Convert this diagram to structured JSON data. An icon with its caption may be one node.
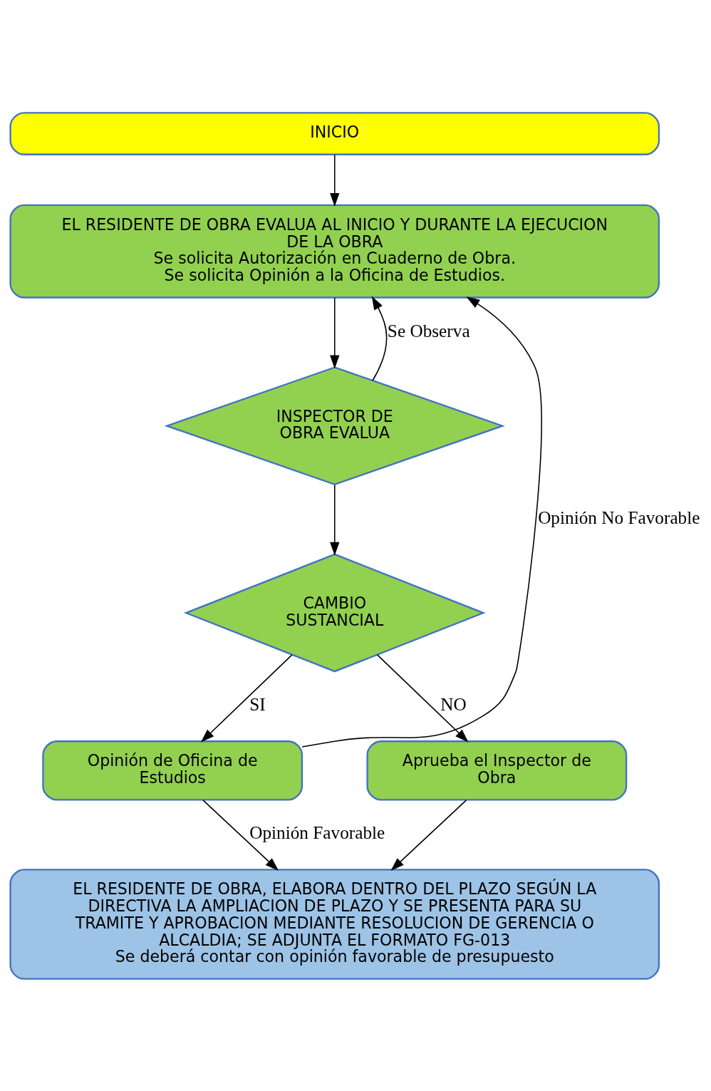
{
  "diagram": {
    "nodes": [
      {
        "text": [
          "INICIO"
        ]
      },
      {
        "text": [
          "EL RESIDENTE DE OBRA EVALUA AL INICIO Y DURANTE LA EJECUCION DE LA OBRA",
          "Se solicita Autorización en Cuaderno de Obra.",
          "Se solicita Opinión a la Oficina de Estudios."
        ]
      },
      {
        "text": [
          "INSPECTOR DE OBRA EVALUA"
        ]
      },
      {
        "text": [
          "CAMBIO SUSTANCIAL"
        ]
      },
      {
        "text": [
          "Opinión de Oficina de Estudios"
        ]
      },
      {
        "text": [
          "Aprueba el Inspector de Obra"
        ]
      },
      {
        "text": [
          "EL RESIDENTE DE OBRA, ELABORA DENTRO DEL PLAZO SEGÚN LA DIRECTIVA LA AMPLIACION DE PLAZO Y SE PRESENTA PARA SU TRAMITE Y APROBACION MEDIANTE RESOLUCION DE GERENCIA O ALCALDIA; SE ADJUNTA EL FORMATO FG-013",
          "Se deberá contar con opinión favorable de presupuesto"
        ]
      }
    ],
    "edges": [
      {
        "from": 0,
        "to": 1,
        "arrow": "to"
      },
      {
        "from": 1,
        "to": 2,
        "arrow": "to"
      },
      {
        "from": 2,
        "to": 1,
        "arrow": "to",
        "label": "Se Observa"
      },
      {
        "from": 2,
        "to": 3,
        "arrow": "to"
      },
      {
        "from": 3,
        "to": 4,
        "arrow": "to",
        "label": "SI"
      },
      {
        "from": 3,
        "to": 5,
        "arrow": "to",
        "label": "NO"
      },
      {
        "from": 4,
        "to": 1,
        "arrow": "to",
        "label": "Opinión No Favorable"
      },
      {
        "from": 4,
        "to": 6,
        "arrow": "to",
        "label": "Opinión Favorable"
      },
      {
        "from": 5,
        "to": 6,
        "arrow": "to"
      }
    ]
  }
}
